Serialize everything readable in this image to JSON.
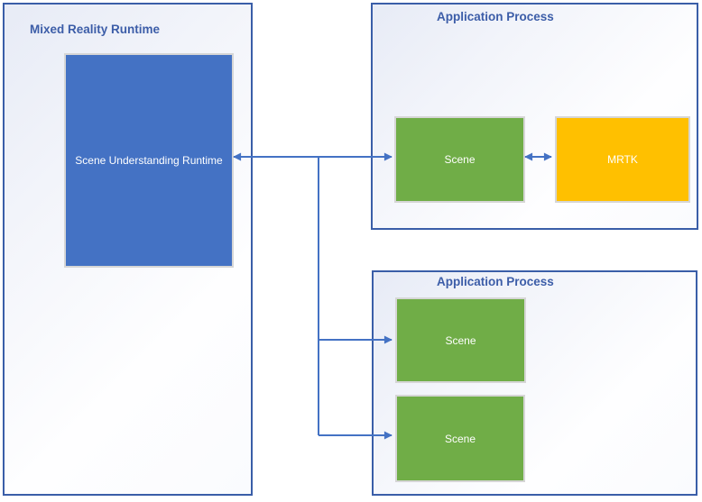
{
  "containers": [
    {
      "title": "Mixed Reality Runtime"
    },
    {
      "title": "Application Process"
    },
    {
      "title": "Application Process"
    }
  ],
  "nodes": [
    {
      "label": "Scene Understanding Runtime",
      "color": "#4472C4"
    },
    {
      "label": "Scene",
      "color": "#70AD47"
    },
    {
      "label": "MRTK",
      "color": "#FFC000"
    },
    {
      "label": "Scene",
      "color": "#70AD47"
    },
    {
      "label": "Scene",
      "color": "#70AD47"
    }
  ],
  "connectors": [
    {
      "from": "scene-understanding-runtime",
      "to": "scene-app1",
      "type": "double-arrow"
    },
    {
      "from": "scene-app1",
      "to": "mrtk",
      "type": "double-arrow"
    },
    {
      "from": "scene-understanding-runtime",
      "to": "scene-app2-top",
      "type": "arrow"
    },
    {
      "from": "scene-understanding-runtime",
      "to": "scene-app2-bottom",
      "type": "arrow"
    }
  ],
  "colors": {
    "container_border": "#3A5EA8",
    "container_title_text": "#3C5DA8",
    "connector": "#4472C4",
    "node_blue": "#4472C4",
    "node_green": "#70AD47",
    "node_gold": "#FFC000",
    "node_border": "#D6D6D6"
  }
}
